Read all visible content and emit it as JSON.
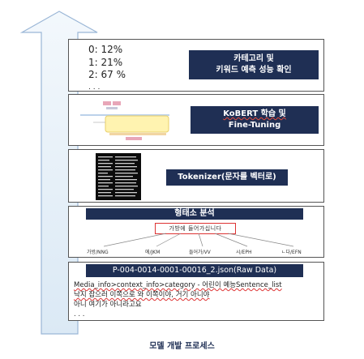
{
  "stats": {
    "lines": [
      "0: 12%",
      "1: 21%",
      "2: 67 %",
      ". . ."
    ],
    "label_line1": "카테고리 및",
    "label_line2": "키워드 예측 성능 확인"
  },
  "kobert": {
    "label_line1": "KoBERT 학습 및",
    "label_line2": "Fine-Tuning"
  },
  "tokenizer": {
    "label": "Tokenizer(문자를 벡터로)"
  },
  "morph": {
    "title": "형태소 분석",
    "sentence": "가방에 들어가십니다",
    "tags": [
      "가방/NNG",
      "에/JKM",
      "들어가/VV",
      "시/EPH",
      "ㄴ다/EFN"
    ]
  },
  "raw": {
    "title": "P-004-0014-0001-00016_2.json(Raw Data)",
    "lines": [
      "Media_info>context_info>category - 어린이 예능Sentence_list",
      "낙지 잡으러 이쪽으로 와 이쪽이야, 거기 아니야",
      "아니 여기가 아니라고요",
      ". . ."
    ]
  },
  "caption": "모델 개발 프로세스"
}
